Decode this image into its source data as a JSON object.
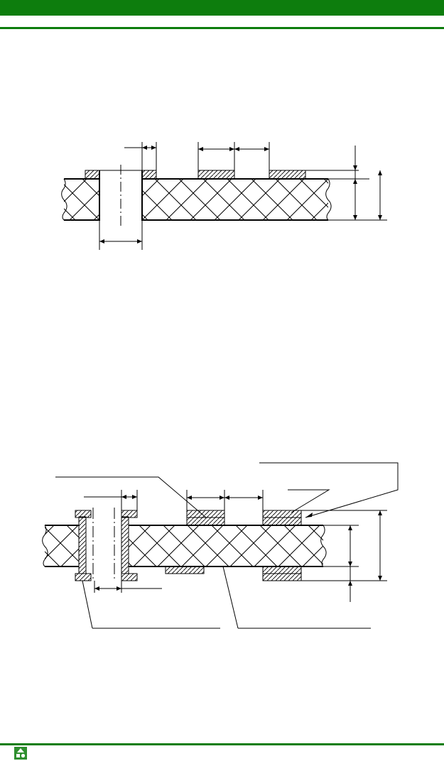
{
  "colors": {
    "header_green": "#0d7d0d",
    "rule_green": "#0d7d0d",
    "line": "#000000",
    "logo_green": "#2f8f2f"
  },
  "figures": [
    {
      "name": "single-sided-board-cross-section",
      "layers": [
        "substrate",
        "top-conductors"
      ],
      "plated_hole": false
    },
    {
      "name": "double-sided-board-cross-section",
      "layers": [
        "substrate",
        "top-conductors",
        "bottom-conductors"
      ],
      "plated_hole": true
    }
  ],
  "footer": {
    "logo_icon": "publisher-logo-icon"
  }
}
